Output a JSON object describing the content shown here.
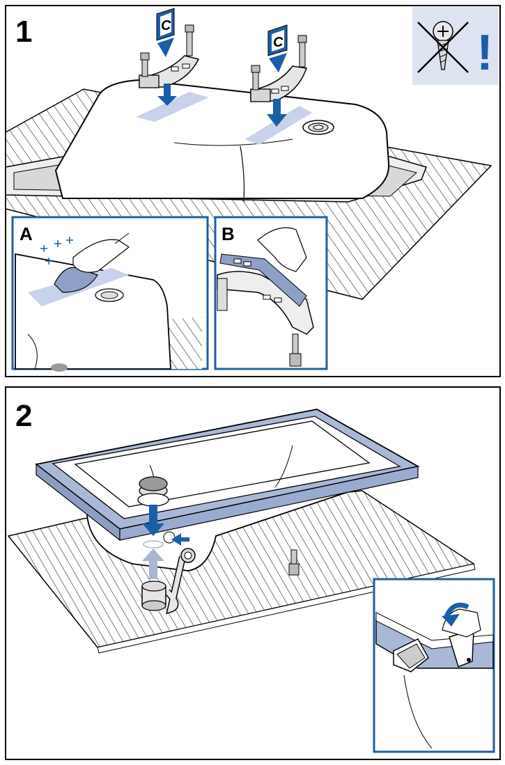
{
  "steps": [
    {
      "number": "1",
      "callout_label": "C",
      "insets": [
        {
          "letter": "A"
        },
        {
          "letter": "B"
        }
      ],
      "warning": {
        "icon": "no-screws-icon",
        "mark": "!"
      }
    },
    {
      "number": "2"
    }
  ],
  "colors": {
    "accent": "#1a5ea8",
    "tape": "#c8d2ea",
    "frame": "#aab8d8",
    "arrow_light": "#a9b6cf",
    "warning_bg": "#dde3f0",
    "inset_border": "#1d5fa3"
  }
}
